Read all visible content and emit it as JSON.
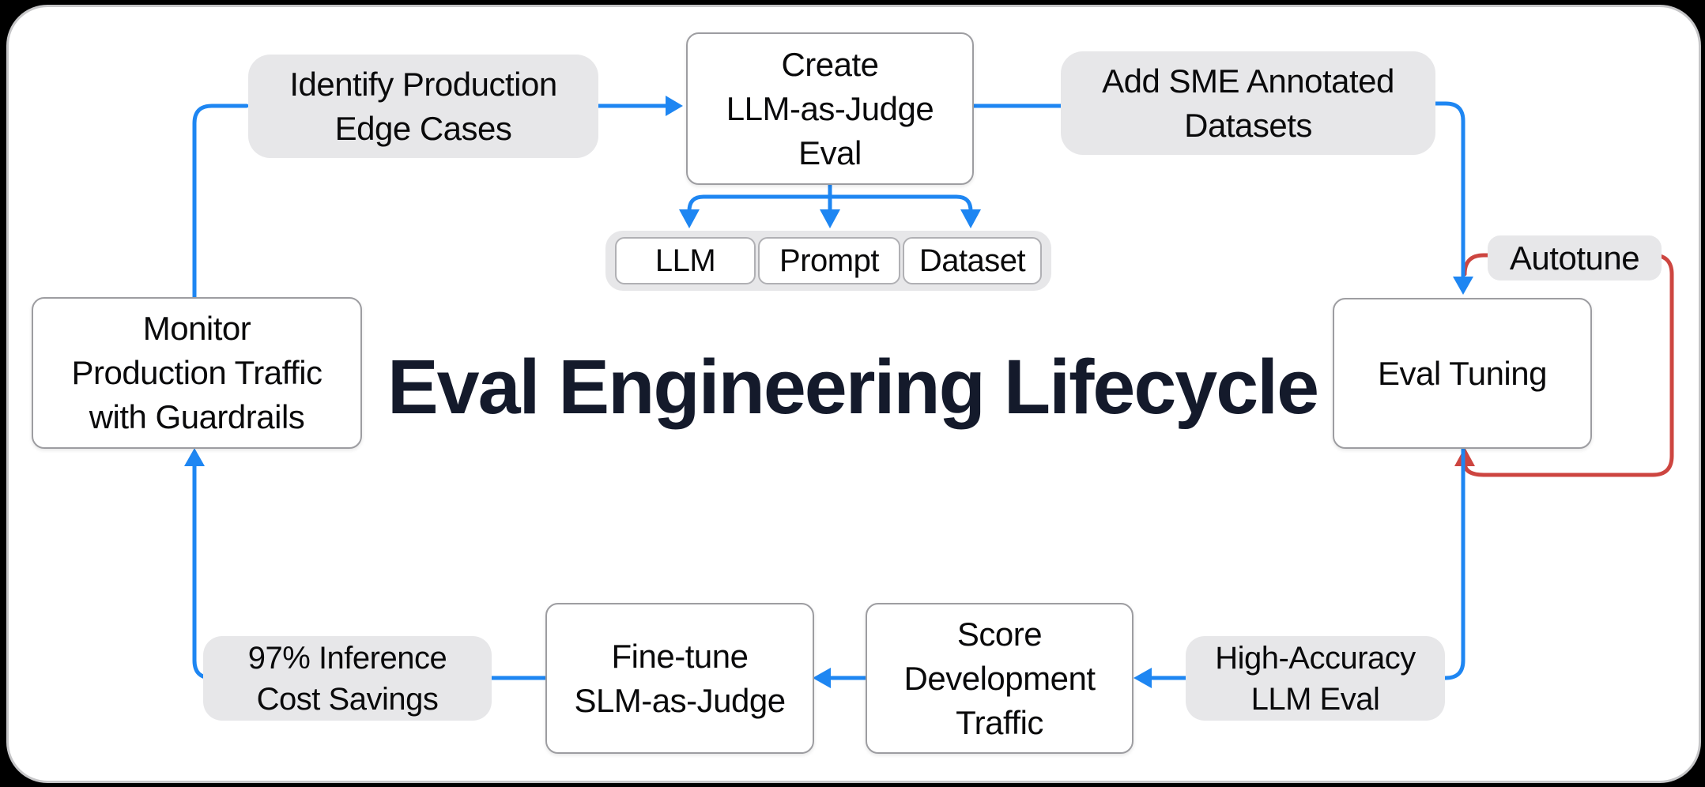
{
  "title": "Eval Engineering Lifecycle",
  "colors": {
    "arrow_blue": "#1e86f2",
    "arrow_red": "#cd4540",
    "pill_gray": "#e7e7e9",
    "box_border": "#9d9da1",
    "title_color": "#141a2b",
    "card_bg": "#ffffff",
    "outer_bg": "#000000"
  },
  "nodes": {
    "identify": {
      "lines": [
        "Identify Production",
        "Edge Cases"
      ]
    },
    "create": {
      "lines": [
        "Create",
        "LLM-as-Judge",
        "Eval"
      ]
    },
    "add_sme": {
      "lines": [
        "Add SME Annotated",
        "Datasets"
      ]
    },
    "components": {
      "items": [
        {
          "label": "LLM"
        },
        {
          "label": "Prompt"
        },
        {
          "label": "Dataset"
        }
      ]
    },
    "autotune": {
      "label": "Autotune"
    },
    "eval_tuning": {
      "label": "Eval Tuning"
    },
    "score": {
      "lines": [
        "Score",
        "Development",
        "Traffic"
      ]
    },
    "fine_tune": {
      "lines": [
        "Fine-tune",
        "SLM-as-Judge"
      ]
    },
    "high_accuracy": {
      "lines": [
        "High-Accuracy",
        "LLM Eval"
      ]
    },
    "monitor": {
      "lines": [
        "Monitor",
        "Production Traffic",
        "with Guardrails"
      ]
    },
    "savings": {
      "lines": [
        "97% Inference",
        "Cost Savings"
      ]
    }
  }
}
